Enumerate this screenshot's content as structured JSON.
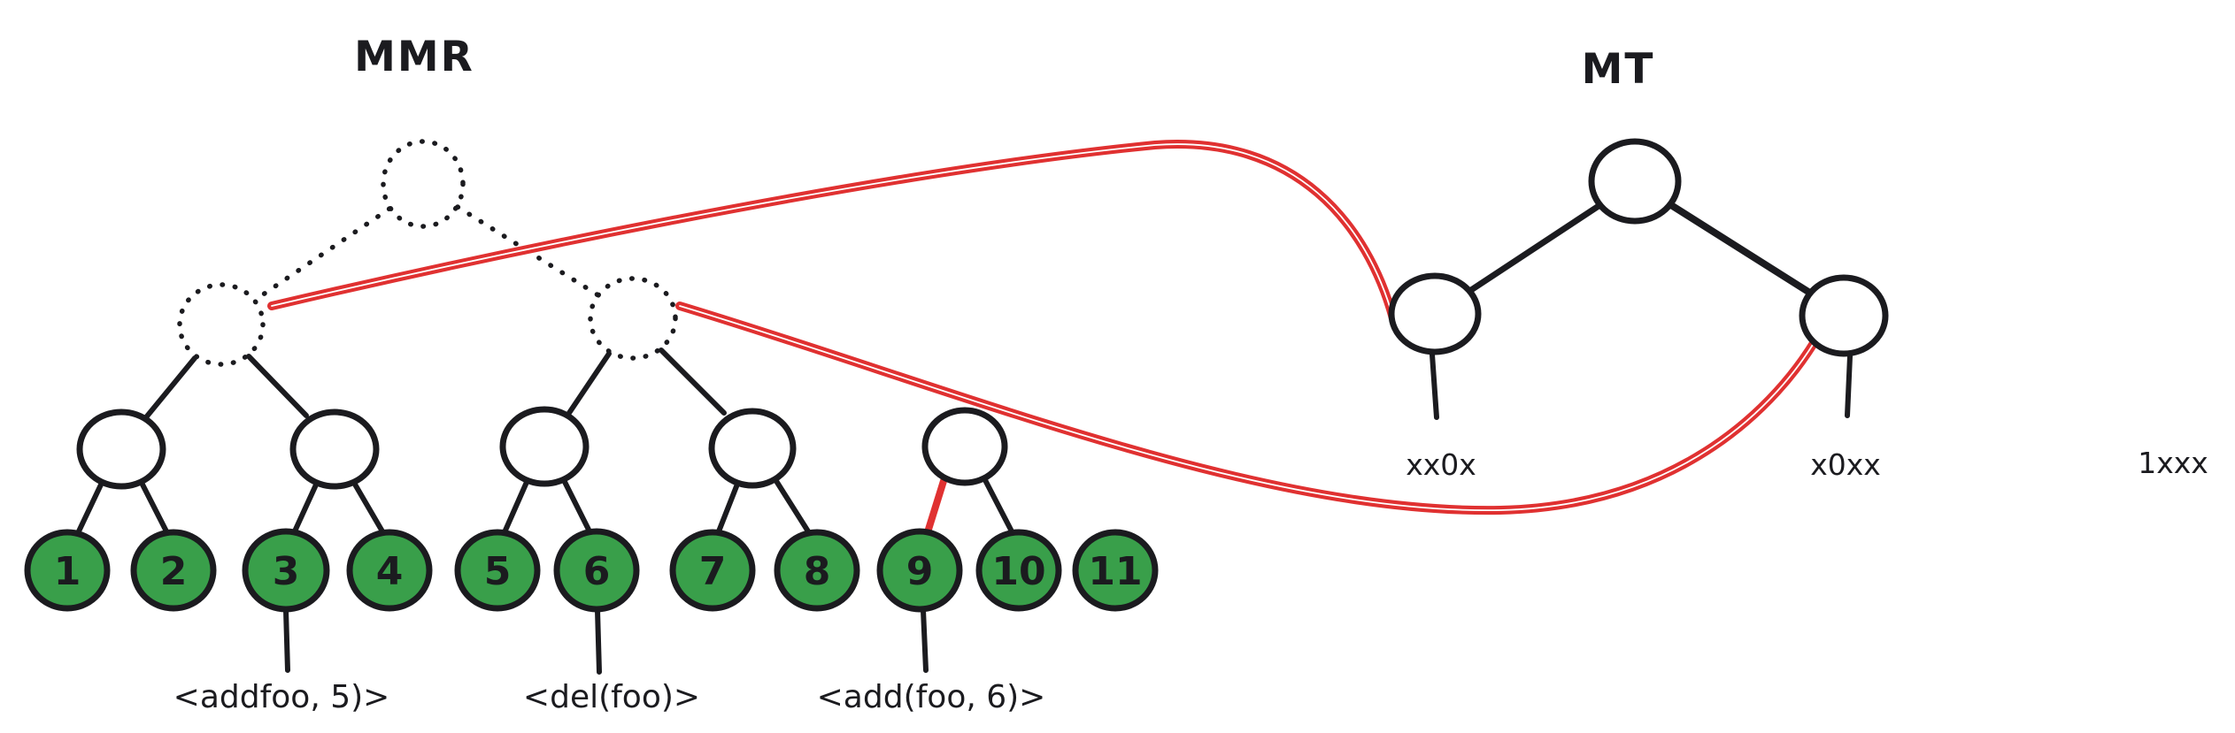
{
  "diagram": {
    "left_title": "MMR",
    "right_title": "MT",
    "mmr": {
      "leaves": [
        "1",
        "2",
        "3",
        "4",
        "5",
        "6",
        "7",
        "8",
        "9",
        "10",
        "11"
      ],
      "operation_labels": [
        "<addfoo, 5)>",
        "<del(foo)>",
        "<add(foo, 6)>"
      ]
    },
    "mt": {
      "leaf_labels": [
        "xx0x",
        "x0xx",
        "1xxx"
      ]
    },
    "colors": {
      "leaf_green": "#399f4a",
      "highlight_red": "#e03131",
      "ink": "#1b1b1f"
    }
  }
}
